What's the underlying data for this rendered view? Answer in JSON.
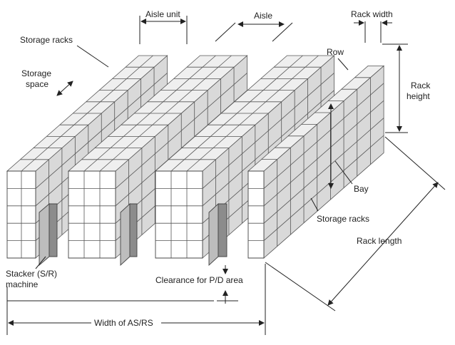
{
  "labels": {
    "aisle_unit": "Aisle unit",
    "aisle": "Aisle",
    "rack_width": "Rack width",
    "storage_racks_top": "Storage racks",
    "storage_space_line1": "Storage",
    "storage_space_line2": "space",
    "row": "Row",
    "rack_height_line1": "Rack",
    "rack_height_line2": "height",
    "bay": "Bay",
    "storage_racks_right": "Storage racks",
    "rack_length": "Rack length",
    "stacker_line1": "Stacker (S/R)",
    "stacker_line2": "machine",
    "clearance": "Clearance for P/D area",
    "width_asrs": "Width of AS/RS"
  }
}
